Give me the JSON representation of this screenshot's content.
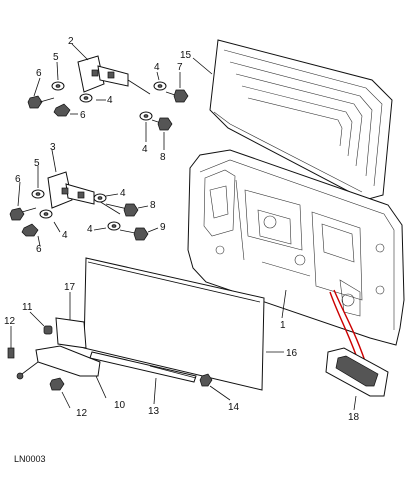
{
  "diagram": {
    "reference_code": "LN0003",
    "callouts": [
      "1",
      "2",
      "3",
      "4",
      "5",
      "6",
      "7",
      "8",
      "9",
      "10",
      "11",
      "12",
      "13",
      "14",
      "15",
      "16",
      "17",
      "18"
    ],
    "accent_color": "#cc0000"
  }
}
